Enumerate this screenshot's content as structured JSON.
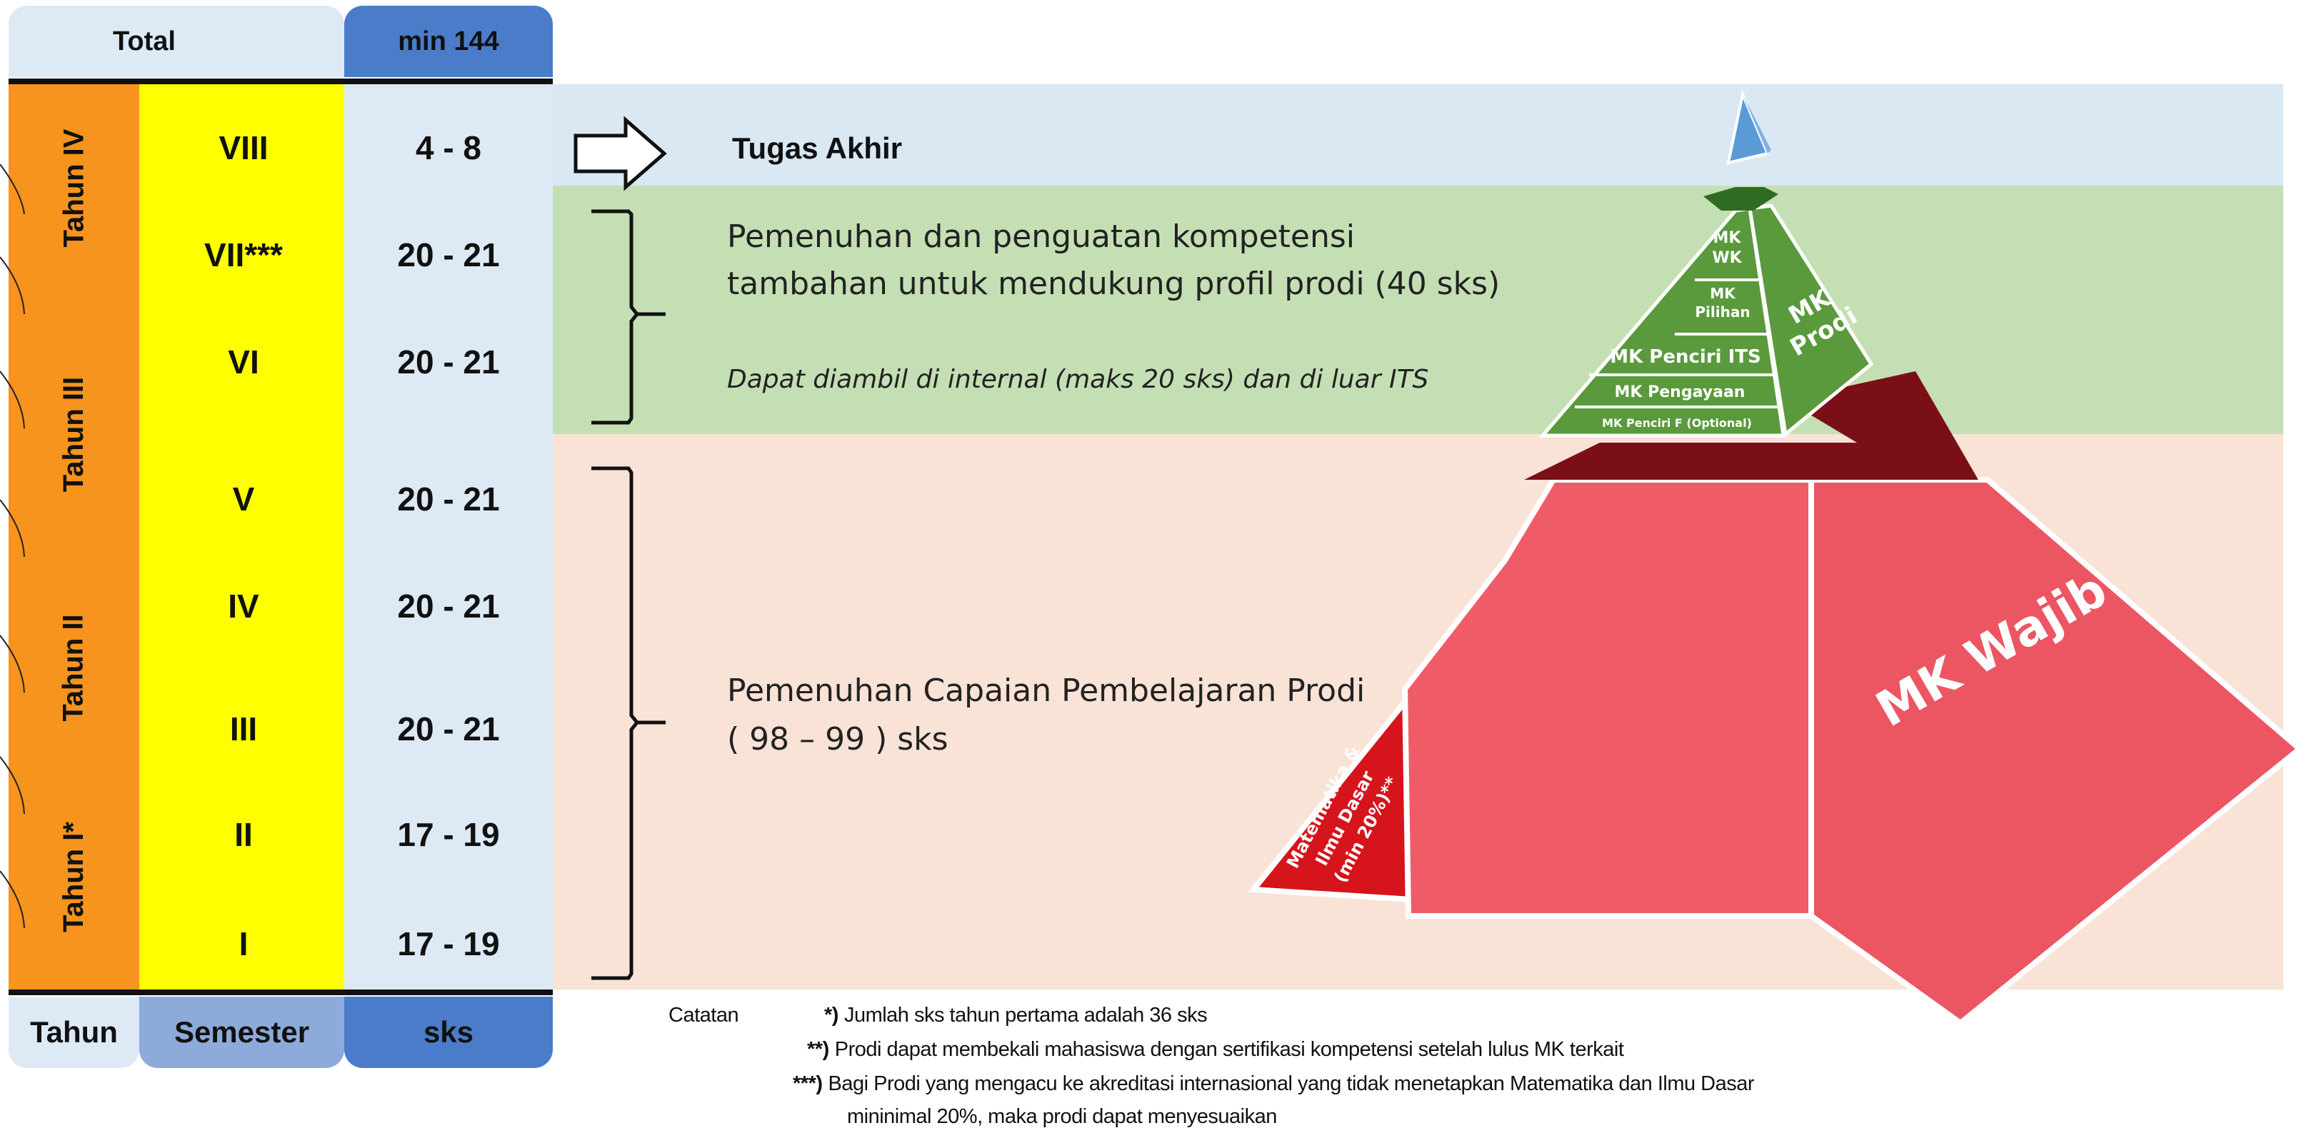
{
  "header": {
    "total_label": "Total",
    "total_value": "min 144"
  },
  "years": [
    {
      "label": "Tahun IV"
    },
    {
      "label": "Tahun III"
    },
    {
      "label": "Tahun II"
    },
    {
      "label": "Tahun I*"
    }
  ],
  "semesters": [
    {
      "semester": "VIII",
      "sks": "4 - 8"
    },
    {
      "semester": "VII***",
      "sks": "20 - 21"
    },
    {
      "semester": "VI",
      "sks": "20 - 21"
    },
    {
      "semester": "V",
      "sks": "20 - 21"
    },
    {
      "semester": "IV",
      "sks": "20 - 21"
    },
    {
      "semester": "III",
      "sks": "20 - 21"
    },
    {
      "semester": "II",
      "sks": "17 - 19"
    },
    {
      "semester": "I",
      "sks": "17 - 19"
    }
  ],
  "footer": {
    "tahun": "Tahun",
    "semester": "Semester",
    "sks": "sks"
  },
  "descriptions": {
    "tugas_akhir": "Tugas Akhir",
    "kompetensi_line1": "Pemenuhan dan penguatan kompetensi",
    "kompetensi_line2": "tambahan untuk mendukung profil prodi (40 sks)",
    "kompetensi_note": "Dapat diambil di internal (maks 20 sks) dan di luar ITS",
    "capaian_line1": "Pemenuhan Capaian Pembelajaran Prodi",
    "capaian_line2": "( 98 – 99 ) sks"
  },
  "pyramid": {
    "mk_wk_1": "MK",
    "mk_wk_2": "WK",
    "mk_pilihan_1": "MK",
    "mk_pilihan_2": "Pilihan",
    "mk_prodi_1": "MK",
    "mk_prodi_2": "Prodi",
    "mk_penciri_its": "MK Penciri ITS",
    "mk_pengayaan": "MK Pengayaan",
    "mk_penciri_f": "MK Penciri F (Optional)",
    "mk_wajib": "MK Wajib",
    "matematika_1": "Matematika &",
    "matematika_2": "Ilmu Dasar",
    "matematika_3": "(min 20%)**"
  },
  "notes": {
    "catatan": "Catatan",
    "n1_mark": "*)",
    "n1_text": "Jumlah sks tahun pertama adalah 36 sks",
    "n2_mark": "**)",
    "n2_text": "Prodi dapat membekali mahasiswa dengan sertifikasi kompetensi setelah lulus MK terkait",
    "n3_mark": "***)",
    "n3_text": "Bagi Prodi yang mengacu ke akreditasi internasional yang tidak menetapkan Matematika dan Ilmu Dasar",
    "n3_text2": "mininimal 20%, maka prodi dapat menyesuaikan"
  },
  "colors": {
    "tahun_column": "#f7941d",
    "semester_column": "#ffff00",
    "sks_column": "#dde9f5",
    "band_blue": "#dae8f4",
    "band_green": "#c5dfb5",
    "band_peach": "#f9e2d6",
    "pyramid_red": "#ee5c68",
    "pyramid_green": "#5a9a3d",
    "pyramid_dark": "#7b0f17",
    "pyramid_blue": "#5b9bd5"
  }
}
